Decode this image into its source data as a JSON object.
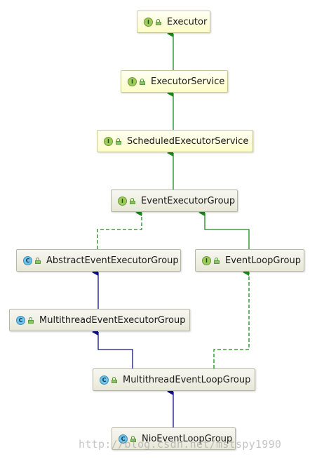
{
  "nodes": [
    {
      "id": "executor",
      "label": "Executor",
      "kind": "I"
    },
    {
      "id": "executor_service",
      "label": "ExecutorService",
      "kind": "I"
    },
    {
      "id": "scheduled_executor_service",
      "label": "ScheduledExecutorService",
      "kind": "I"
    },
    {
      "id": "event_executor_group",
      "label": "EventExecutorGroup",
      "kind": "I"
    },
    {
      "id": "abstract_event_executor_group",
      "label": "AbstractEventExecutorGroup",
      "kind": "C"
    },
    {
      "id": "event_loop_group",
      "label": "EventLoopGroup",
      "kind": "I"
    },
    {
      "id": "multithread_event_executor_group",
      "label": "MultithreadEventExecutorGroup",
      "kind": "C"
    },
    {
      "id": "multithread_event_loop_group",
      "label": "MultithreadEventLoopGroup",
      "kind": "C"
    },
    {
      "id": "nio_event_loop_group",
      "label": "NioEventLoopGroup",
      "kind": "C"
    }
  ],
  "edges": [
    {
      "from": "executor_service",
      "to": "executor",
      "relation": "extends-interface"
    },
    {
      "from": "scheduled_executor_service",
      "to": "executor_service",
      "relation": "extends-interface"
    },
    {
      "from": "event_executor_group",
      "to": "scheduled_executor_service",
      "relation": "extends-interface"
    },
    {
      "from": "abstract_event_executor_group",
      "to": "event_executor_group",
      "relation": "implements"
    },
    {
      "from": "event_loop_group",
      "to": "event_executor_group",
      "relation": "extends-interface"
    },
    {
      "from": "multithread_event_executor_group",
      "to": "abstract_event_executor_group",
      "relation": "extends-class"
    },
    {
      "from": "multithread_event_loop_group",
      "to": "multithread_event_executor_group",
      "relation": "extends-class"
    },
    {
      "from": "multithread_event_loop_group",
      "to": "event_loop_group",
      "relation": "implements"
    },
    {
      "from": "nio_event_loop_group",
      "to": "multithread_event_loop_group",
      "relation": "extends-class"
    }
  ],
  "colors": {
    "interface_inherit": "#1a8a1a",
    "class_inherit": "#10108a",
    "implements": "#1a8a1a"
  },
  "watermark": "http://blog.csdn.net/mstspy1990"
}
